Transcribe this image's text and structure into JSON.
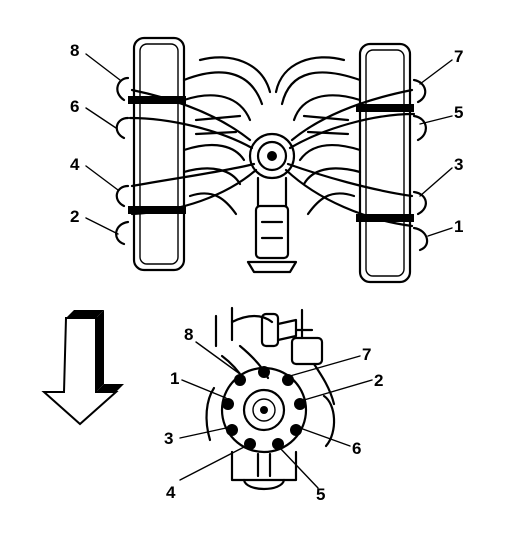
{
  "top_view": {
    "left_bank": [
      "8",
      "6",
      "4",
      "2"
    ],
    "right_bank": [
      "7",
      "5",
      "3",
      "1"
    ]
  },
  "front_view": {
    "labels": [
      "8",
      "7",
      "1",
      "2",
      "3",
      "6",
      "4",
      "5"
    ]
  }
}
